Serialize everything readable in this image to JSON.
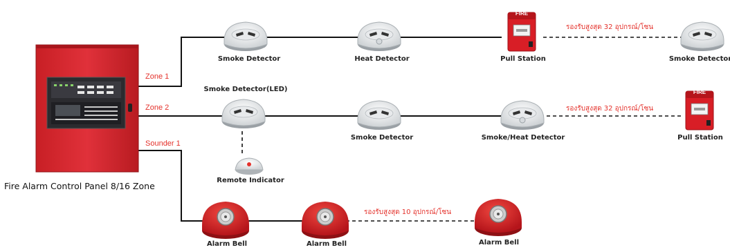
{
  "panel": {
    "title": "Fire Alarm Control Panel 8/16 Zone",
    "color": "#d9262b"
  },
  "lines": {
    "zone1": "Zone 1",
    "zone2": "Zone 2",
    "sounder1": "Sounder 1"
  },
  "capacity": {
    "zone1": "รองรับสูงสุด 32 อุปกรณ์/โซน",
    "zone2": "รองรับสูงสุด 32 อุปกรณ์/โซน",
    "sounder": "รองรับสูงสุด 10 อุปกรณ์/โซน"
  },
  "zone1_devices": [
    "Smoke Detector",
    "Heat Detector",
    "Pull Station",
    "Smoke Detector"
  ],
  "zone2_top_label": "Smoke Detector(LED)",
  "zone2_devices": [
    "Smoke Detector",
    "Smoke/Heat Detector",
    "Pull Station"
  ],
  "remote_indicator": "Remote Indicator",
  "sounder_devices": [
    "Alarm Bell",
    "Alarm Bell",
    "Alarm Bell"
  ],
  "pull_station_text": "FIRE",
  "colors": {
    "accent": "#e4312b",
    "line": "#111111"
  }
}
